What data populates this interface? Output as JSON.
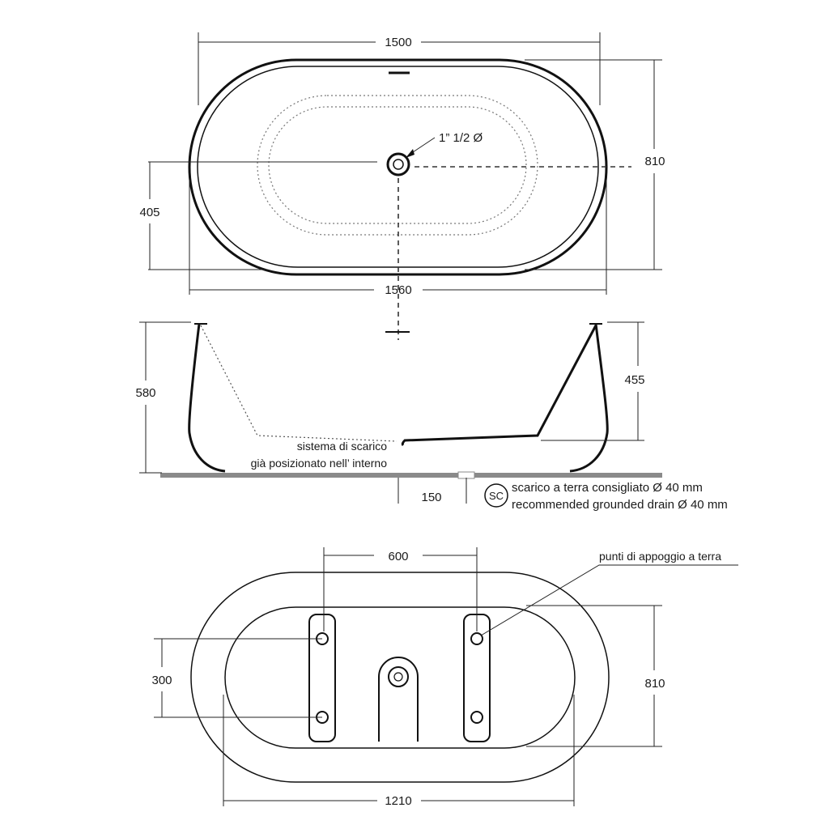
{
  "top_view": {
    "width_inner": "1500",
    "width_outer": "1560",
    "height": "810",
    "center_offset": "405",
    "drain_size": "1” 1/2 Ø"
  },
  "side_view": {
    "height": "580",
    "inner_depth": "455",
    "drain_offset": "150",
    "drain_note_line1": "sistema di scarico",
    "drain_note_line2": "già posizionato nell’ interno",
    "sc_badge": "SC",
    "legend_it": "scarico a terra consigliato Ø 40 mm",
    "legend_en": "recommended grounded drain Ø 40 mm"
  },
  "bottom_view": {
    "support_spacing": "600",
    "support_label": "punti di appoggio a terra",
    "foot_spacing": "300",
    "height": "810",
    "base_width": "1210"
  }
}
